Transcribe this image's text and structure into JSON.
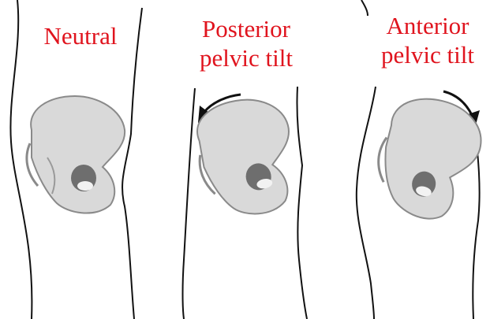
{
  "panels": [
    {
      "label_lines": [
        "Neutral"
      ]
    },
    {
      "label_lines": [
        "Posterior",
        "pelvic tilt"
      ]
    },
    {
      "label_lines": [
        "Anterior",
        "pelvic tilt"
      ]
    }
  ],
  "colors": {
    "label": "#e0141e",
    "outline": "#111111",
    "bone_fill": "#d9d9d9",
    "bone_stroke": "#8a8a8a",
    "socket": "#6e6e6e",
    "arrow": "#111111"
  },
  "icons": [
    "curved-arrow-counterclockwise-icon",
    "curved-arrow-clockwise-icon"
  ]
}
